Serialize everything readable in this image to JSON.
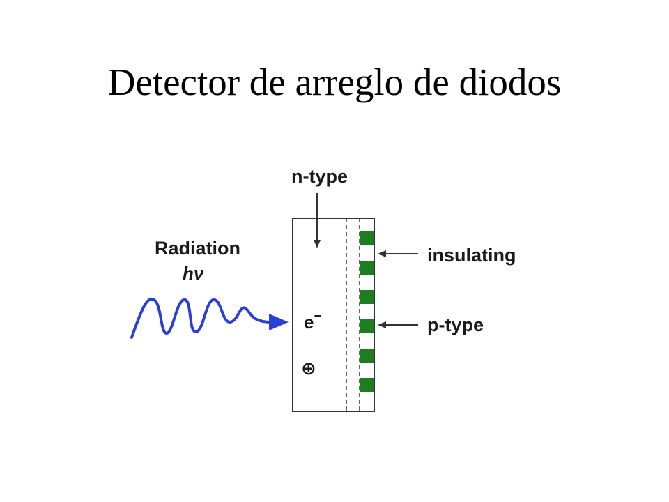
{
  "slide": {
    "title": "Detector de arreglo de diodos"
  },
  "diagram": {
    "labels": {
      "n_type": "n-type",
      "radiation": "Radiation",
      "photon_energy": "hν",
      "insulating": "insulating",
      "p_type": "p-type",
      "electron": "e",
      "electron_charge": "−",
      "hole": "⊕"
    },
    "colors": {
      "wave": "#2b3fd6",
      "p_type_strips": "#1e7d1e",
      "outline": "#333333",
      "text": "#1a1a1a"
    },
    "p_type_strip_count": 6
  }
}
